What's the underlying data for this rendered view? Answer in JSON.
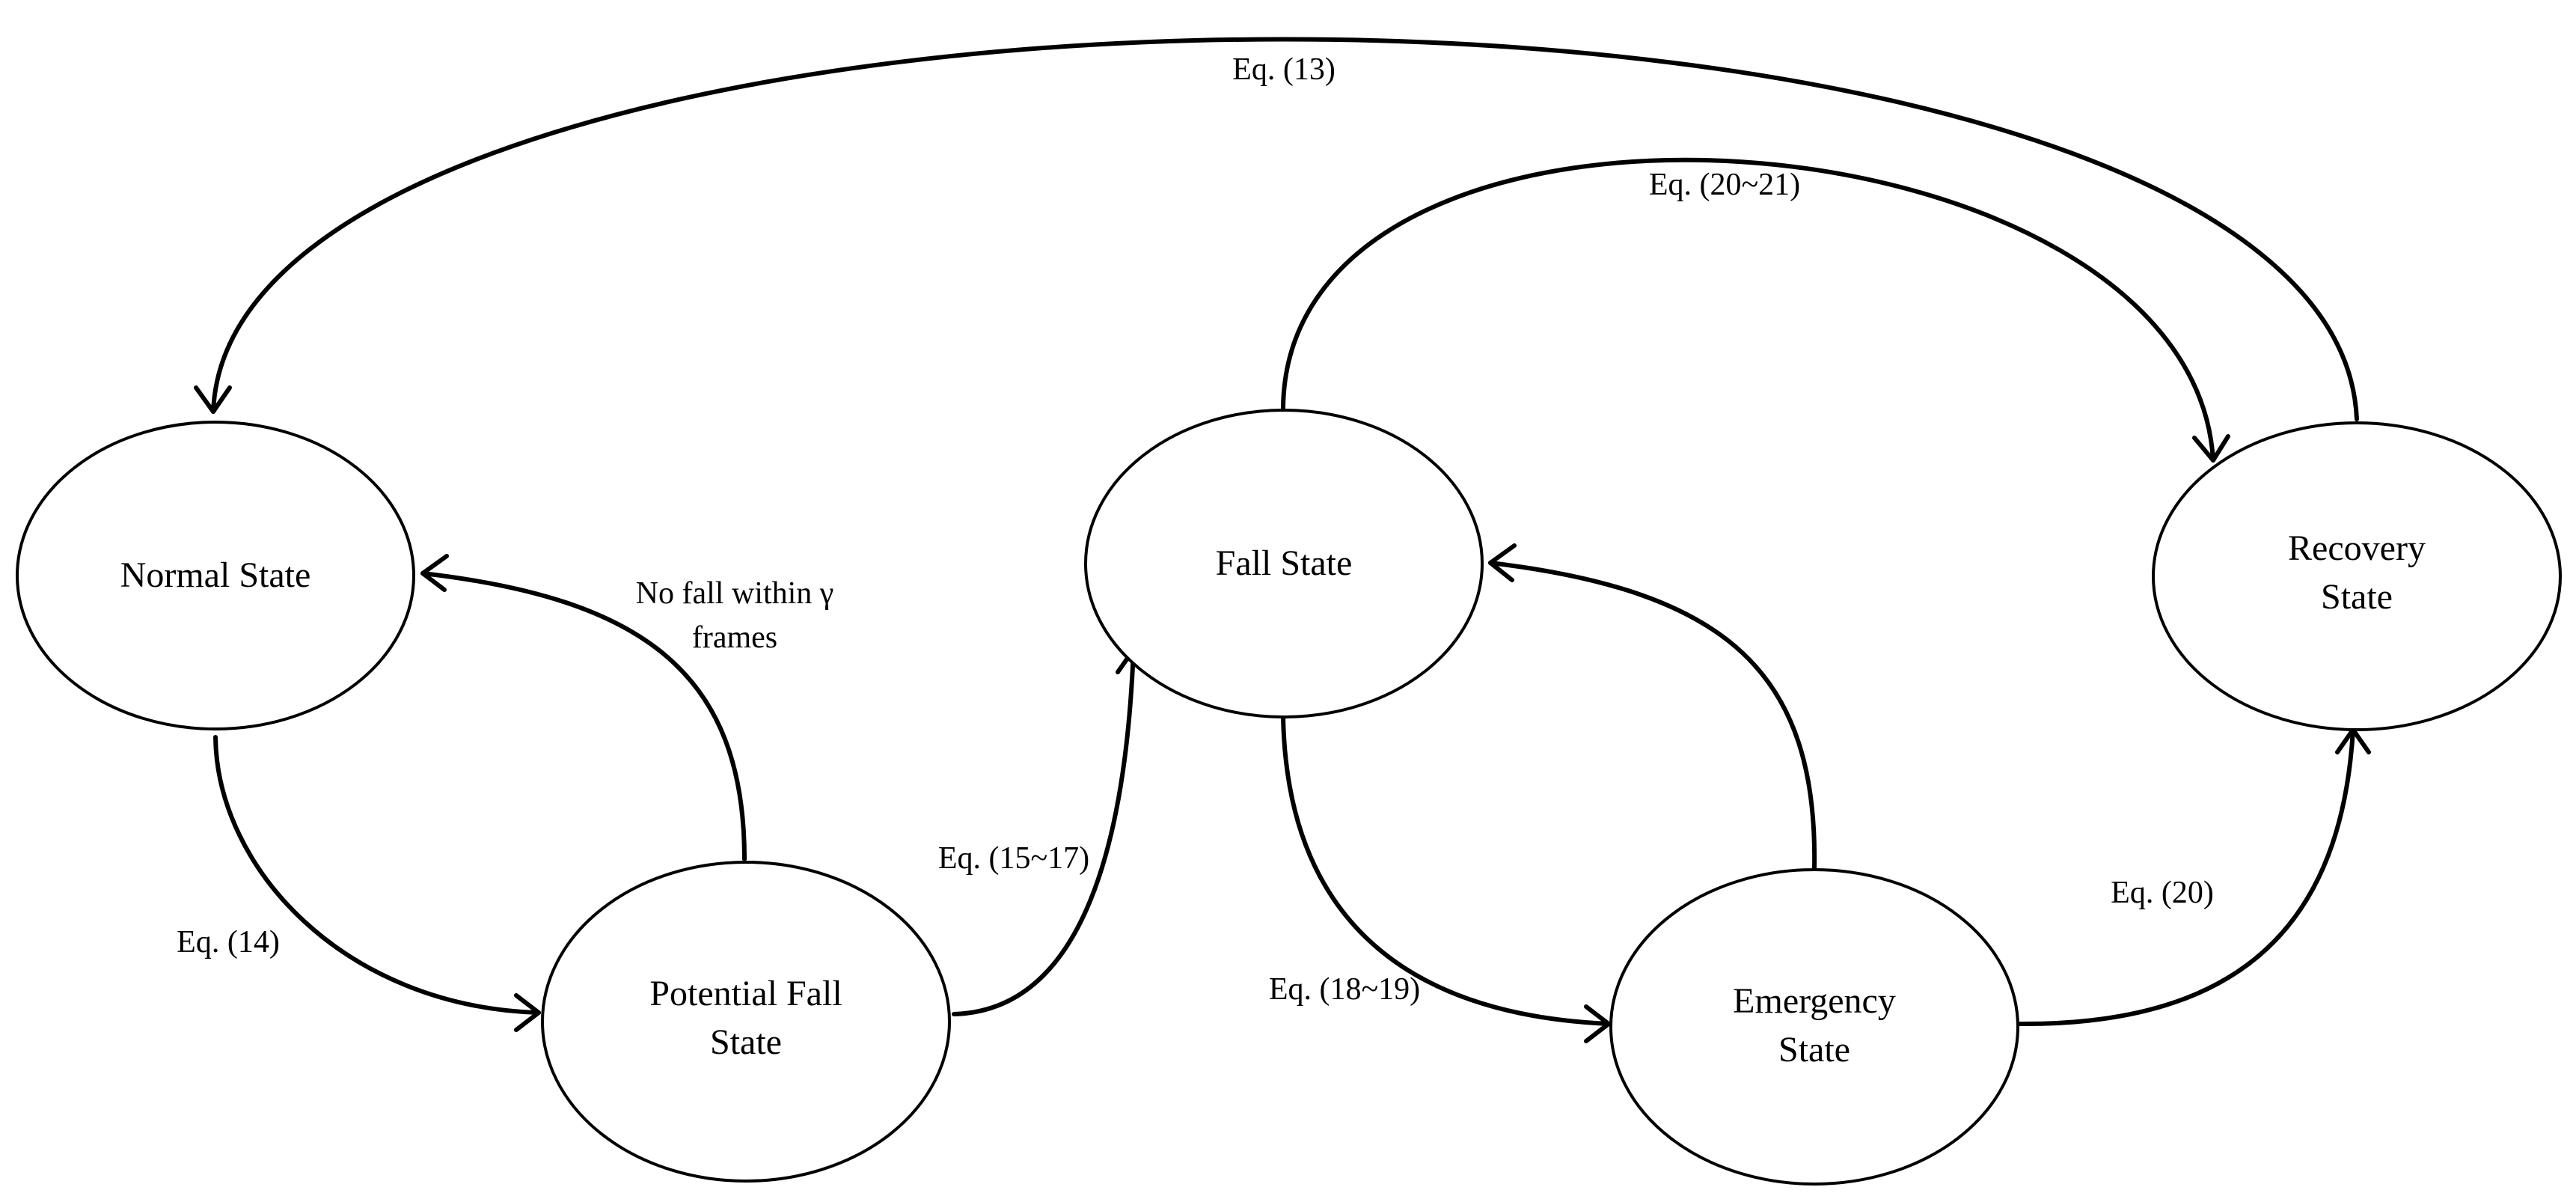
{
  "diagram": {
    "type": "state-transition",
    "states": {
      "normal": {
        "lines": [
          "Normal State"
        ]
      },
      "potential_fall": {
        "lines": [
          "Potential Fall",
          "State"
        ]
      },
      "fall": {
        "lines": [
          "Fall State"
        ]
      },
      "emergency": {
        "lines": [
          "Emergency",
          "State"
        ]
      },
      "recovery": {
        "lines": [
          "Recovery",
          "State"
        ]
      }
    },
    "transitions": {
      "recovery_to_normal": {
        "from": "Recovery State",
        "to": "Normal State",
        "label": "Eq. (13)"
      },
      "fall_to_recovery": {
        "from": "Fall State",
        "to": "Recovery State",
        "label": "Eq. (20~21)"
      },
      "potential_to_normal": {
        "from": "Potential Fall State",
        "to": "Normal State",
        "label_lines": [
          "No fall within γ",
          "frames"
        ]
      },
      "normal_to_potential": {
        "from": "Normal State",
        "to": "Potential Fall State",
        "label": "Eq. (14)"
      },
      "potential_to_fall": {
        "from": "Potential Fall State",
        "to": "Fall State",
        "label": "Eq. (15~17)"
      },
      "fall_to_emergency": {
        "from": "Fall State",
        "to": "Emergency State",
        "label": "Eq. (18~19)"
      },
      "emergency_to_fall": {
        "from": "Emergency State",
        "to": "Fall State",
        "label": ""
      },
      "emergency_to_recovery": {
        "from": "Emergency State",
        "to": "Recovery State",
        "label": "Eq. (20)"
      }
    }
  }
}
